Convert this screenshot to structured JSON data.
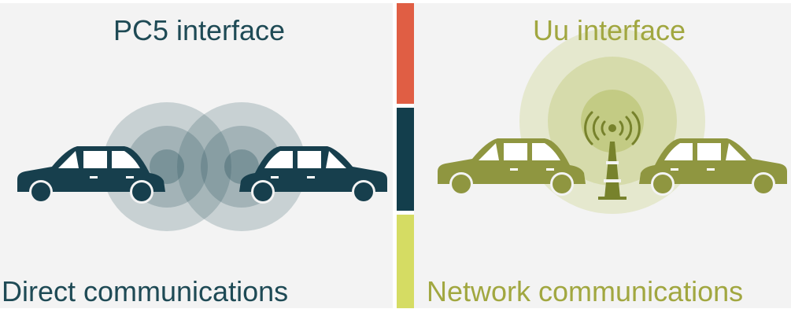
{
  "left": {
    "title": "PC5 interface",
    "caption": "Direct communications",
    "color": "#1e4a55",
    "icons": [
      "car-icon",
      "signal-waves-icon",
      "car-icon"
    ]
  },
  "right": {
    "title": "Uu interface",
    "caption": "Network communications",
    "color": "#a1a740",
    "icons": [
      "car-icon",
      "cell-tower-icon",
      "car-icon"
    ]
  },
  "divider_colors": [
    "#e05e44",
    "#133e4c",
    "#d5dc63"
  ]
}
